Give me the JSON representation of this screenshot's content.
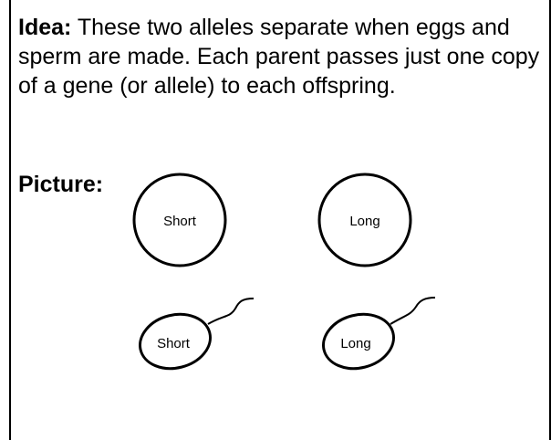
{
  "idea": {
    "label": "Idea:",
    "text": " These two alleles separate when eggs and sperm are made. Each parent passes just one copy of a gene (or allele) to each offspring."
  },
  "picture": {
    "label": "Picture:",
    "eggs": [
      {
        "label": "Short"
      },
      {
        "label": "Long"
      }
    ],
    "sperm": [
      {
        "label": "Short"
      },
      {
        "label": "Long"
      }
    ]
  }
}
